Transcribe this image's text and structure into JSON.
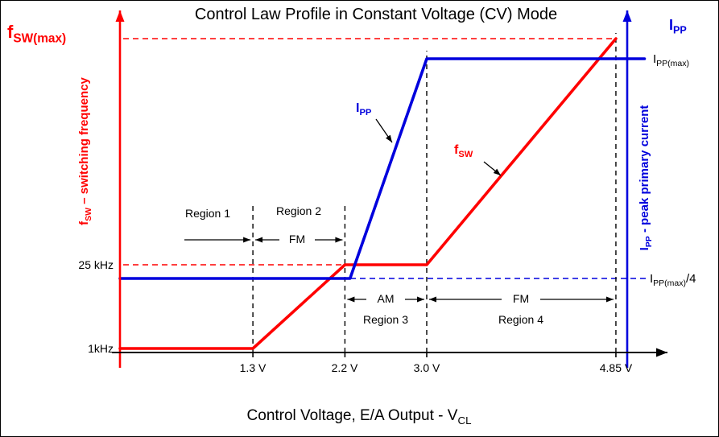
{
  "axis": {
    "left": {
      "color": "#ff0000",
      "top_label": {
        "main": "f",
        "sub": "SW(max)"
      },
      "name": {
        "main": "f",
        "sub": "SW",
        "rest": " – switching frequency"
      },
      "ticks": {
        "k25": "25 kHz",
        "k1": "1kHz"
      }
    },
    "right": {
      "color": "#0000dd",
      "top_label": {
        "main": "I",
        "sub": "PP"
      },
      "name": {
        "main": "I",
        "sub": "PP",
        "rest": " - peak primary current"
      },
      "ticks": {
        "max": {
          "main": "I",
          "sub": "PP(max)",
          "rest": ""
        },
        "quarter": {
          "main": "I",
          "sub": "PP(max)",
          "rest": "/4"
        }
      }
    },
    "x": {
      "label": {
        "main": "Control Voltage, E/A Output - V",
        "sub": "CL"
      }
    }
  },
  "curve_labels": {
    "ipp": {
      "main": "I",
      "sub": "PP"
    },
    "fsw": {
      "main": "f",
      "sub": "SW"
    }
  },
  "chart_data": {
    "type": "line",
    "title": "Control Law Profile in Constant Voltage (CV) Mode",
    "xlabel": "Control Voltage, E/A Output - VCL",
    "x_unit": "V",
    "x_ticks": [
      {
        "label": "1.3 V",
        "v": 1.3
      },
      {
        "label": "2.2 V",
        "v": 2.2
      },
      {
        "label": "3.0 V",
        "v": 3.0
      },
      {
        "label": "4.85 V",
        "v": 4.85
      }
    ],
    "y_levels_left": [
      "1kHz",
      "25kHz",
      "fSW(max)"
    ],
    "y_levels_right": [
      "IPP(max)/4",
      "IPP(max)"
    ],
    "series": [
      {
        "name": "fSW (switching frequency)",
        "color": "#ff0000",
        "axis": "left",
        "points": [
          {
            "x": 0,
            "y": "1kHz"
          },
          {
            "x": 1.3,
            "y": "1kHz"
          },
          {
            "x": 2.2,
            "y": "25kHz"
          },
          {
            "x": 3.0,
            "y": "25kHz"
          },
          {
            "x": 4.85,
            "y": "fSW(max)"
          }
        ]
      },
      {
        "name": "IPP (peak primary current)",
        "color": "#0000dd",
        "axis": "right",
        "points": [
          {
            "x": 0,
            "y": "IPP(max)/4"
          },
          {
            "x": 2.25,
            "y": "IPP(max)/4"
          },
          {
            "x": 3.0,
            "y": "IPP(max)"
          },
          {
            "x": 5.13,
            "y": "IPP(max)"
          }
        ]
      }
    ],
    "guides": [
      {
        "type": "h",
        "level": "fSW(max)",
        "color": "#ff0000"
      },
      {
        "type": "h",
        "level": "25kHz",
        "color": "#ff0000"
      },
      {
        "type": "h",
        "level": "IPP(max)/4",
        "color": "#0000dd"
      },
      {
        "type": "v",
        "x": 1.3,
        "color": "#000000"
      },
      {
        "type": "v",
        "x": 2.2,
        "color": "#000000"
      },
      {
        "type": "v",
        "x": 3.0,
        "color": "#000000"
      },
      {
        "type": "v",
        "x": 4.85,
        "color": "#000000"
      }
    ],
    "regions": [
      {
        "name": "Region 1",
        "from": 0,
        "to": 1.3,
        "mode": null
      },
      {
        "name": "Region 2",
        "from": 1.3,
        "to": 2.2,
        "mode": "FM"
      },
      {
        "name": "Region 3",
        "from": 2.2,
        "to": 3.0,
        "mode": "AM"
      },
      {
        "name": "Region 4",
        "from": 3.0,
        "to": 4.85,
        "mode": "FM"
      }
    ]
  }
}
